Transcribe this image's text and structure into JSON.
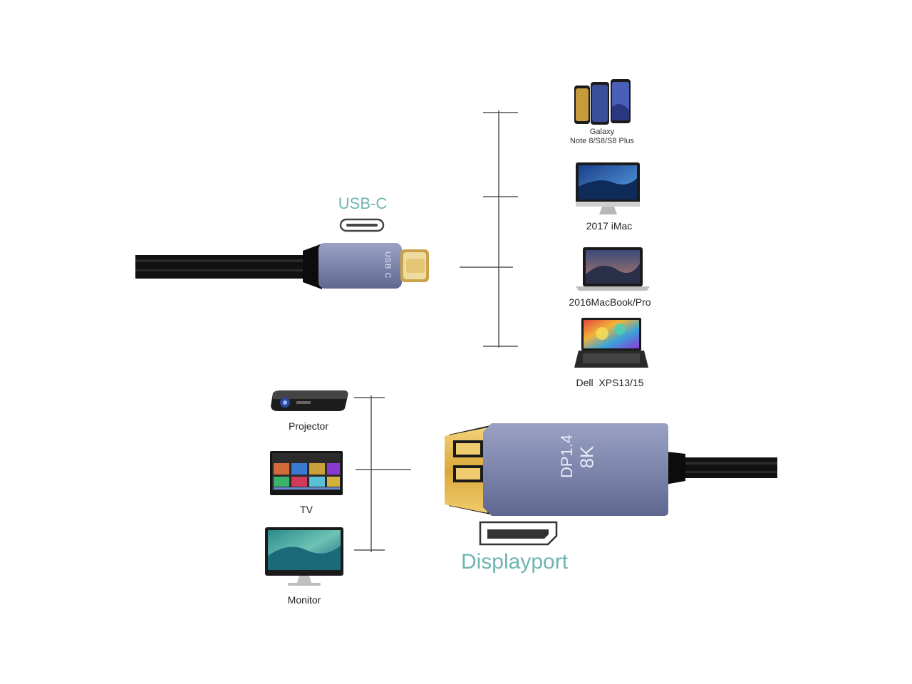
{
  "usb_c": {
    "label": "USB-C",
    "plug_text": "USB C"
  },
  "displayport": {
    "label": "Displayport",
    "plug_line1": "DP1.4",
    "plug_line2": "8K"
  },
  "source_devices": [
    {
      "label_line1": "Galaxy",
      "label_line2": "Note 8/S8/S8 Plus",
      "icon": "smartphones-icon"
    },
    {
      "label": "2017 iMac",
      "icon": "imac-icon"
    },
    {
      "label": "2016MacBook/Pro",
      "icon": "macbook-icon"
    },
    {
      "label": "Dell  XPS13/15",
      "icon": "laptop-icon"
    }
  ],
  "display_devices": [
    {
      "label": "Projector",
      "icon": "projector-icon"
    },
    {
      "label": "TV",
      "icon": "tv-icon"
    },
    {
      "label": "Monitor",
      "icon": "monitor-icon"
    }
  ],
  "colors": {
    "accent": "#6fb5b0",
    "plug_body": "#7f87ad",
    "cable": "#111111",
    "gold": "#e0b64a"
  }
}
